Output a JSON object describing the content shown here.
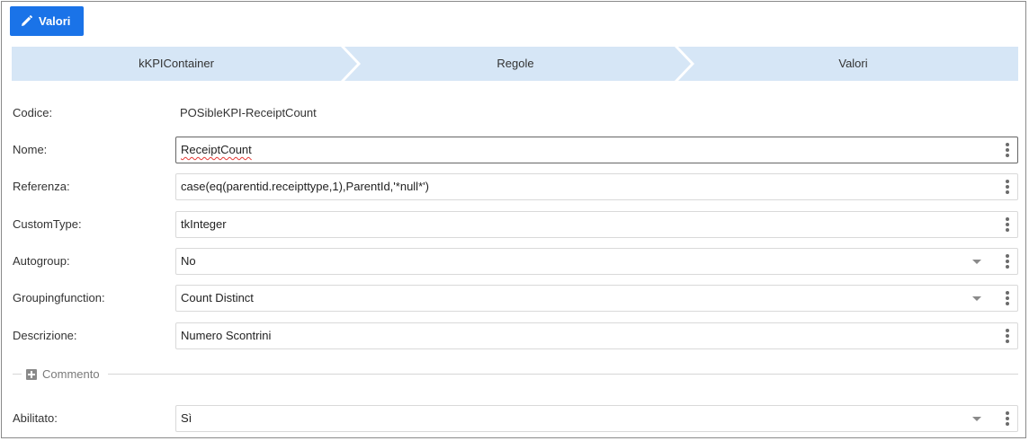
{
  "toolbar": {
    "valori_label": "Valori",
    "valori_icon": "pencil-icon",
    "accent": "#1a73e8"
  },
  "steps": {
    "color": "#d6e6f6",
    "items": [
      {
        "label": "kKPIContainer"
      },
      {
        "label": "Regole"
      },
      {
        "label": "Valori"
      }
    ]
  },
  "form": {
    "codice": {
      "label": "Codice:",
      "value": "POSibleKPI-ReceiptCount"
    },
    "nome": {
      "label": "Nome:",
      "value": "ReceiptCount"
    },
    "referenza": {
      "label": "Referenza:",
      "value": "case(eq(parentid.receipttype,1),ParentId,'*null*')"
    },
    "customtype": {
      "label": "CustomType:",
      "value": "tkInteger"
    },
    "autogroup": {
      "label": "Autogroup:",
      "value": "No"
    },
    "groupingfunction": {
      "label": "Groupingfunction:",
      "value": "Count Distinct"
    },
    "descrizione": {
      "label": "Descrizione:",
      "value": "Numero Scontrini"
    },
    "commento": {
      "label": "Commento"
    },
    "abilitato": {
      "label": "Abilitato:",
      "value": "Sì"
    }
  }
}
